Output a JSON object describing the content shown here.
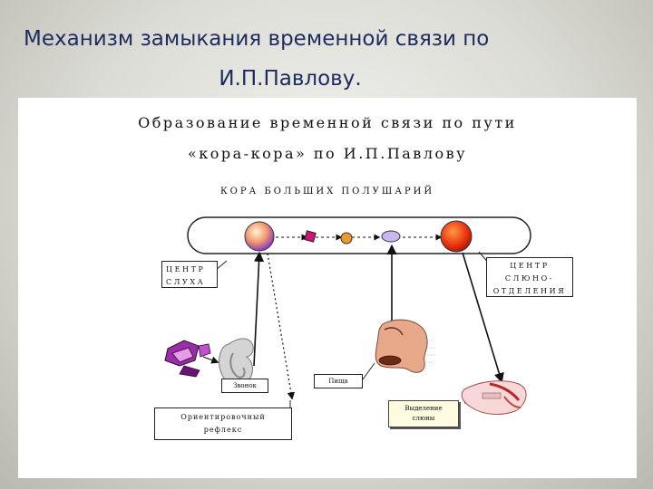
{
  "slide": {
    "title_line1": "Механизм замыкания временной связи по",
    "title_line2": "И.П.Павлову."
  },
  "diagram": {
    "title_line1": "Образование временной связи по пути",
    "title_line2": "«кора-кора» по И.П.Павлову",
    "cortex_label": "КОРА БОЛЬШИХ ПОЛУШАРИЙ",
    "hearing_center": [
      "ЦЕНТР",
      "СЛУХА"
    ],
    "salivation_center": [
      "ЦЕНТР",
      "СЛЮНО-",
      "ОТДЕЛЕНИЯ"
    ],
    "bell_label": "Звонок",
    "food_label": "Пища",
    "orienting_reflex": "Ориентировочный рефлекс",
    "salivation_label": "Выделение слюны"
  },
  "colors": {
    "title_text": "#1d2b5e",
    "panel_bg": "#ffffff",
    "hearing_center_fill": "#e8603a",
    "salivation_center_fill": "#e83010",
    "node_magenta": "#d0147a",
    "node_orange": "#ee9b2e",
    "label_highlight": "#fffbe0"
  }
}
